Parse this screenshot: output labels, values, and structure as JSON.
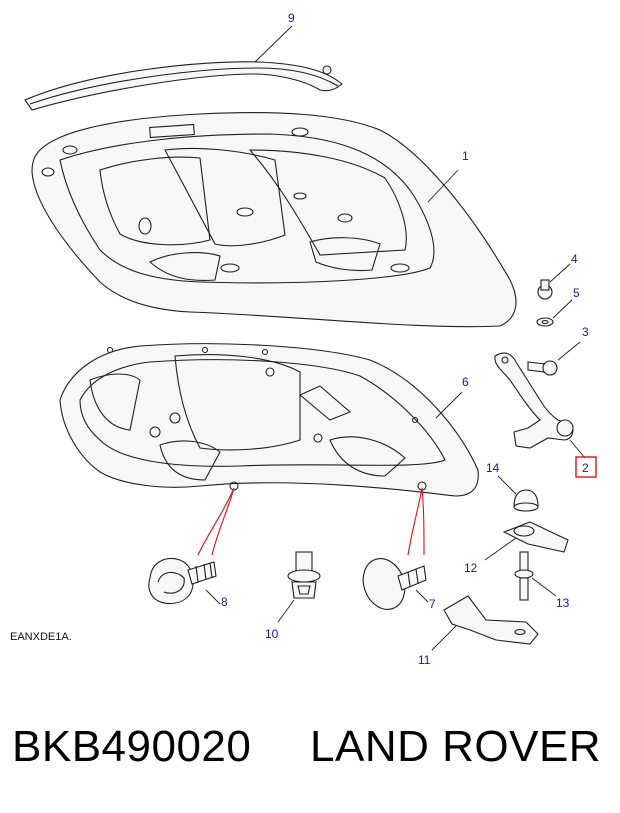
{
  "diagram": {
    "reference_code": "EANXDE1A.",
    "callouts": {
      "c1": "1",
      "c2": "2",
      "c3": "3",
      "c4": "4",
      "c5": "5",
      "c6": "6",
      "c7": "7",
      "c8": "8",
      "c9": "9",
      "c10": "10",
      "c11": "11",
      "c12": "12",
      "c13": "13",
      "c14": "14"
    },
    "highlight_color": "#e01010",
    "callout_color": "#1a1a8c"
  },
  "footer": {
    "part_number": "BKB490020",
    "brand": "LAND ROVER"
  }
}
